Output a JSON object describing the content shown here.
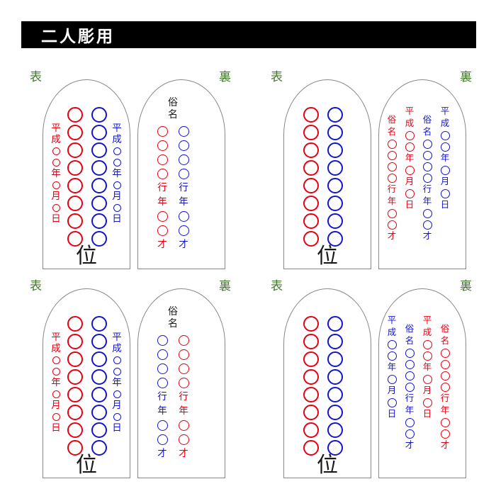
{
  "header": {
    "title": "二人彫用"
  },
  "side_labels": {
    "front": "表",
    "back": "裏"
  },
  "palette": {
    "red": "#e60012",
    "blue": "#1414cc",
    "black": "#1a1a1a",
    "green": "#44782e",
    "tablet_border": "#888888",
    "header_bg": "#000000",
    "header_text": "#ffffff"
  },
  "glyphs": {
    "date_column": [
      "平",
      "成",
      "○",
      "○",
      "年",
      "○",
      "月",
      "○",
      "日"
    ],
    "zokumyo_header": "俗名",
    "name_age_column": [
      "○",
      "○",
      "○",
      "○",
      "行",
      "年",
      "○",
      "○",
      "才"
    ],
    "zokumyo_full_column": [
      "俗",
      "名",
      "○",
      "○",
      "○",
      "○",
      "行",
      "年",
      "○",
      "○",
      "才"
    ],
    "rank": "位"
  },
  "groups": [
    {
      "front": {
        "dates": [
          {
            "side": "left",
            "color": "red"
          },
          {
            "side": "right",
            "color": "blue"
          }
        ],
        "circle_columns": [
          {
            "color": "red",
            "count": 8
          },
          {
            "color": "blue",
            "count": 8
          }
        ]
      },
      "back": {
        "type": "two_col",
        "header_color": "black",
        "columns": [
          {
            "color": "red"
          },
          {
            "color": "blue"
          }
        ]
      }
    },
    {
      "front": {
        "dates": [],
        "circle_columns": [
          {
            "color": "red",
            "count": 8
          },
          {
            "color": "blue",
            "count": 8
          }
        ]
      },
      "back": {
        "type": "four_col",
        "columns": [
          {
            "kind": "zokumyo",
            "color": "red"
          },
          {
            "kind": "date",
            "color": "red"
          },
          {
            "kind": "zokumyo",
            "color": "blue"
          },
          {
            "kind": "date",
            "color": "blue"
          }
        ]
      }
    },
    {
      "front": {
        "dates": [
          {
            "side": "left",
            "color": "red"
          },
          {
            "side": "right",
            "color": "blue"
          }
        ],
        "circle_columns": [
          {
            "color": "red",
            "count": 8
          },
          {
            "color": "blue",
            "count": 8
          }
        ]
      },
      "back": {
        "type": "two_col",
        "header_color": "black",
        "columns": [
          {
            "color": "blue"
          },
          {
            "color": "red"
          }
        ]
      }
    },
    {
      "front": {
        "dates": [],
        "circle_columns": [
          {
            "color": "red",
            "count": 8
          },
          {
            "color": "blue",
            "count": 8
          }
        ]
      },
      "back": {
        "type": "four_col",
        "columns": [
          {
            "kind": "date",
            "color": "blue"
          },
          {
            "kind": "zokumyo",
            "color": "blue"
          },
          {
            "kind": "date",
            "color": "red"
          },
          {
            "kind": "zokumyo",
            "color": "red"
          }
        ]
      }
    }
  ]
}
